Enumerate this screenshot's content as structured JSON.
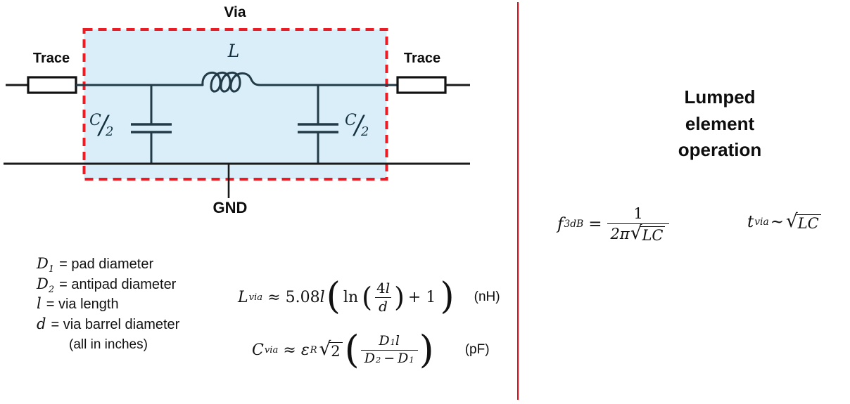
{
  "circuit": {
    "via_label": "Via",
    "trace_label": "Trace",
    "inductor_label": "L",
    "gnd_label": "GND",
    "cap_label": {
      "numerator": "C",
      "slash": "/",
      "denominator": "2"
    }
  },
  "definitions": {
    "items": [
      {
        "variable": "D",
        "subscript": "1",
        "description": "= pad diameter"
      },
      {
        "variable": "D",
        "subscript": "2",
        "description": "= antipad diameter"
      },
      {
        "variable": "l",
        "subscript": "",
        "description": "= via length"
      },
      {
        "variable": "d",
        "subscript": "",
        "description": "= via barrel diameter"
      }
    ],
    "note": "(all in inches)"
  },
  "symbols": {
    "radical": "√",
    "lparen": "(",
    "rparen": ")"
  },
  "formulas": {
    "inductance": {
      "lhs": "L",
      "lhs_sub": "via",
      "relation": "≈",
      "coefficient": "5.08",
      "coefficient_var": "l",
      "ln": "ln",
      "inner_num_coef": "4",
      "inner_num_var": "l",
      "inner_den": "d",
      "plus_term": "+ 1",
      "unit": "(nH)"
    },
    "capacitance": {
      "lhs": "C",
      "lhs_sub": "via",
      "relation": "≈",
      "epsilon": "ε",
      "epsilon_sub": "R",
      "sqrt_arg": "2",
      "num_var1": "D",
      "num_sub1": "1",
      "num_var2": "l",
      "den_var1": "D",
      "den_sub1": "2",
      "minus": "−",
      "den_var2": "D",
      "den_sub2": "1",
      "unit": "(pF)"
    }
  },
  "right_panel": {
    "heading_lines": [
      "Lumped",
      "element",
      "operation"
    ],
    "f3db": {
      "lhs": "f",
      "lhs_sub": "3dB",
      "equals": "=",
      "numerator": "1",
      "den_prefix": "2π",
      "den_sqrt_arg": "LC"
    },
    "tvia": {
      "lhs": "t",
      "lhs_sub": "via",
      "relation": "~",
      "sqrt_arg": "LC"
    }
  },
  "colors": {
    "via_fill": "#d9eef8",
    "via_border": "#ec1c24",
    "divider": "#e30613",
    "wire_outer": "#1a1a1a",
    "wire_inner": "#223b47",
    "text": "#111111"
  }
}
